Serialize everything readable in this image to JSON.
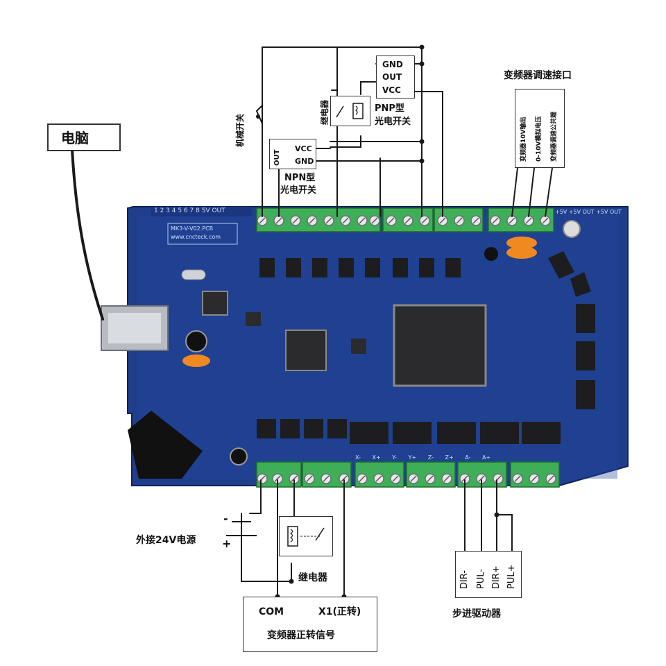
{
  "labels": {
    "computer": "电脑",
    "mechanical_switch": "机械开关",
    "relay_top": "继电器",
    "pnp_line1": "PNP型",
    "pnp_line2": "光电开关",
    "npn_line1": "NPN型",
    "npn_line2": "光电开关",
    "vfd_speed_interface": "变频器调速接口",
    "vfd_out_10v": "变频器10V输出",
    "vfd_analog_in": "0-10V模拟电压",
    "vfd_common": "变频器调速公共端",
    "ext_24v": "外接24V电源",
    "minus": "-",
    "plus": "+",
    "relay_bottom": "继电器",
    "com": "COM",
    "x1": "X1(正转)",
    "vfd_forward_signal": "变频器正转信号",
    "stepper_driver": "步进驱动器"
  },
  "pnp_pins": [
    "GND",
    "OUT",
    "VCC"
  ],
  "npn_out": "OUT",
  "npn_pins": [
    "VCC",
    "GND"
  ],
  "stepper_pins": [
    "DIR-",
    "PUL-",
    "DIR+",
    "PUL+"
  ],
  "board": {
    "silk_top": "1 2 3 4 5 6 7 8 5V OUT",
    "silk_model": "MK3-V-V02.PCB",
    "silk_web": "www.cncteck.com",
    "top_right_silk": "+5V  +5V  OUT  +5V  OUT",
    "bottom_silk": "X- X+ Y- Y+ Z- Z+ A- A+"
  },
  "colors": {
    "pcb": "#1f3f8c",
    "pcb_dark": "#16306e",
    "terminal": "#3fae58",
    "wire": "#1a1a1a"
  }
}
